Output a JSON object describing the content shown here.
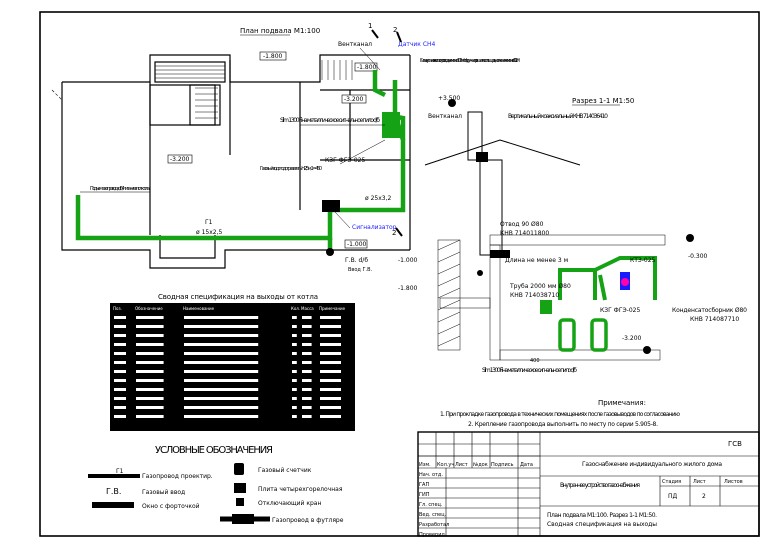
{
  "sheet": {
    "stamp_code": "ГСВ",
    "project_title": "Газоснабжение индивидуального жилого дома",
    "drawing_title": "Внутреннее устройство газоснабжения",
    "sheet_contents": [
      "План подвала М1:100. Разрез 1-1 М1:50.",
      "Сводная спецификация на выходы"
    ],
    "headers": {
      "stage": "Стадия",
      "sheet": "Лист",
      "sheets": "Листов"
    },
    "values": {
      "stage": "ПД",
      "sheet": "2"
    },
    "columns": [
      "Изм.",
      "Кол.уч",
      "Лист",
      "№док",
      "Подпись",
      "Дата"
    ],
    "roles": [
      "Нач. отд.",
      "ГАП",
      "ГИП",
      "Гл. спец.",
      "Вед. спец.",
      "Разработал",
      "Проверил"
    ]
  },
  "plan": {
    "title": "План подвала М1:100",
    "elevations": [
      "-1.800",
      "-1.800",
      "-3.200",
      "-3.200",
      "-1.000"
    ],
    "labels": {
      "vent": "Вентканал",
      "sensor": "Датчик СН4",
      "vent_note": "Гильза установки газопровода не менее 100 мм. Наружная решетка с площадью сечения не менее 0.02 м²",
      "boiler": "Slim 1300 Fi на металлическое сигнальное пило d/б",
      "valve": "КЗГ ФГЭ-025",
      "heater": "Газовый водоподогреватель Н-2,5 м, 1=450",
      "pipe_drop": "Подъем газопровода d/б, 4 питание в пол котла",
      "pipe": "Г1",
      "pipe_dn": "ø 15х2,5",
      "pipe_dn2": "ø 25х3,2",
      "counter_note": "Сигнализатор",
      "gv": "Г.В. d/б",
      "gv2": "Ввод Г.В.",
      "from_heater": "Гвоздевой м"
    },
    "markers": [
      "1",
      "2"
    ]
  },
  "section": {
    "title": "Разрез 1-1 М1:50",
    "elevations": [
      "+3.500",
      "-1.000",
      "-1.800",
      "-0.300",
      "-3.200"
    ],
    "labels": {
      "vent": "Вентканал",
      "chimney": "Вертикальный коаксиальный КНВ 714036410",
      "otvod": "Отвод 90 Ø80",
      "otvod_code": "КНВ 714011800",
      "pipe_len": "Длина не менее 3 м",
      "pipe_ext": "Труба 2000 мм Ø80",
      "pipe_ext_code": "КНВ 714038710",
      "kzg": "КТЗ-025",
      "kzg2": "КЗГ ФГЭ-025",
      "condens": "Конденсатосборник Ø80",
      "condens_code": "КНВ 714087710",
      "boiler": "Slim 1300 Fi на металлическое сигнальное пило d/б",
      "dim": "400"
    }
  },
  "spec": {
    "title": "Сводная спецификация на выходы от котла",
    "headers": [
      "Поз.",
      "Обозначение",
      "Наименование",
      "Кол.",
      "Масса",
      "Примечание"
    ],
    "rows": 12
  },
  "notes": {
    "title": "Примечания:",
    "items": [
      "1. При прокладке газопровода в технических помещениях после газовыводов по согласованию",
      "2. Крепление газопровода выполнить по месту по серии 5.905-8."
    ]
  },
  "legend": {
    "title": "УСЛОВНЫЕ ОБОЗНАЧЕНИЯ",
    "items": [
      {
        "symbol": "Г1",
        "label": "Газопровод проектир."
      },
      {
        "symbol": "Г.В.",
        "label": "Газовый ввод"
      },
      {
        "symbol": "",
        "label": "Окно с форточкой"
      },
      {
        "symbol": "",
        "label": "Газовый счетчик"
      },
      {
        "symbol": "",
        "label": "Плита четырехгорелочная"
      },
      {
        "symbol": "",
        "label": "Отключающий кран"
      },
      {
        "symbol": "",
        "label": "Газопровод в футляре"
      }
    ]
  },
  "colors": {
    "gas": "#15a315",
    "ink": "#000000",
    "blue": "#1a1aff"
  }
}
